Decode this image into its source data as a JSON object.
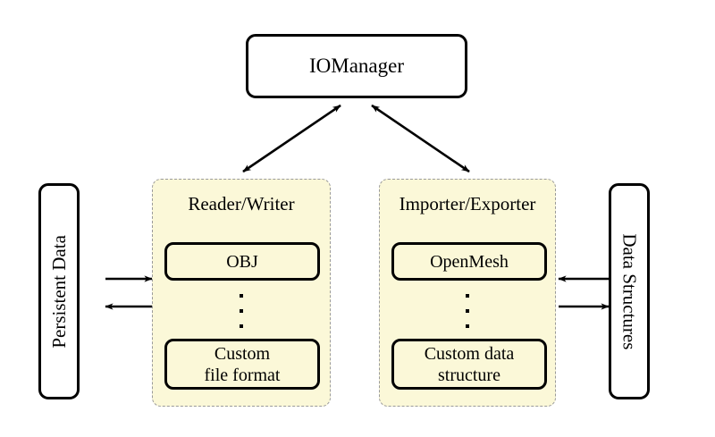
{
  "diagram": {
    "title_node": {
      "label": "IOManager"
    },
    "left_endpoint": {
      "label": "Persistent Data"
    },
    "right_endpoint": {
      "label": "Data Structures"
    },
    "panels": [
      {
        "title": "Reader/Writer",
        "items": [
          {
            "label": "OBJ"
          },
          {
            "label": "Custom\nfile format"
          }
        ],
        "ellipsis": "vertical-dots"
      },
      {
        "title": "Importer/Exporter",
        "items": [
          {
            "label": "OpenMesh"
          },
          {
            "label": "Custom data\nstructure"
          }
        ],
        "ellipsis": "vertical-dots"
      }
    ],
    "connections": [
      {
        "from": "IOManager",
        "to": "Reader/Writer",
        "style": "double-headed-arrow"
      },
      {
        "from": "IOManager",
        "to": "Importer/Exporter",
        "style": "double-headed-arrow"
      },
      {
        "from": "Persistent Data",
        "to": "Reader/Writer",
        "style": "single-arrow-right"
      },
      {
        "from": "Reader/Writer",
        "to": "Persistent Data",
        "style": "single-arrow-left"
      },
      {
        "from": "Data Structures",
        "to": "Importer/Exporter",
        "style": "single-arrow-left"
      },
      {
        "from": "Importer/Exporter",
        "to": "Data Structures",
        "style": "single-arrow-right"
      }
    ]
  },
  "colors": {
    "panel_fill": "#fbf8d8",
    "panel_border": "#9a9a9a",
    "node_stroke": "#000000",
    "background": "#ffffff"
  }
}
